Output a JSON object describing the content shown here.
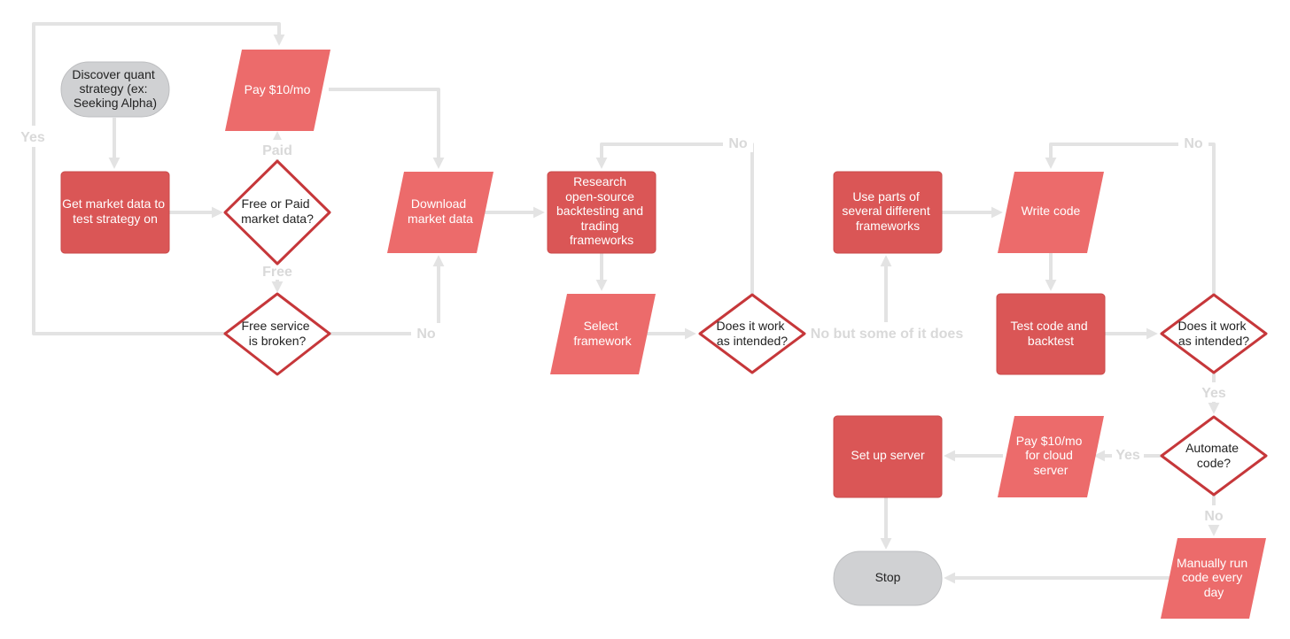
{
  "colors": {
    "process": "#da5656",
    "io": "#ec6b6b",
    "terminal": "#d0d1d3",
    "decision_border": "#c6373a",
    "decision_fill": "#ffffff",
    "edge": "#e3e3e3",
    "edge_label": "#d9d9d9",
    "text_light": "#ffffff",
    "text_dark": "#222222"
  },
  "nodes": {
    "discover": {
      "lines": [
        "Discover quant",
        "strategy (ex:",
        "Seeking Alpha)"
      ]
    },
    "get_market_data": {
      "lines": [
        "Get market data to",
        "test strategy on"
      ]
    },
    "pay_10": {
      "lines": [
        "Pay $10/mo"
      ]
    },
    "free_or_paid": {
      "lines": [
        "Free or Paid",
        "market data?"
      ]
    },
    "free_broken": {
      "lines": [
        "Free service",
        "is broken?"
      ]
    },
    "download": {
      "lines": [
        "Download",
        "market data"
      ]
    },
    "research": {
      "lines": [
        "Research",
        "open-source",
        "backtesting and",
        "trading",
        "frameworks"
      ]
    },
    "select_framework": {
      "lines": [
        "Select",
        "framework"
      ]
    },
    "does_work_1": {
      "lines": [
        "Does it work",
        "as intended?"
      ]
    },
    "use_parts": {
      "lines": [
        "Use parts of",
        "several different",
        "frameworks"
      ]
    },
    "write_code": {
      "lines": [
        "Write code"
      ]
    },
    "test_code": {
      "lines": [
        "Test code and",
        "backtest"
      ]
    },
    "does_work_2": {
      "lines": [
        "Does it work",
        "as intended?"
      ]
    },
    "automate": {
      "lines": [
        "Automate",
        "code?"
      ]
    },
    "pay_cloud": {
      "lines": [
        "Pay $10/mo",
        "for cloud",
        "server"
      ]
    },
    "setup_server": {
      "lines": [
        "Set up server"
      ]
    },
    "stop": {
      "lines": [
        "Stop"
      ]
    },
    "manual_run": {
      "lines": [
        "Manually run",
        "code every",
        "day"
      ]
    }
  },
  "edge_labels": {
    "yes_loop": "Yes",
    "paid": "Paid",
    "free": "Free",
    "no_download": "No",
    "no_research": "No",
    "partial": "No but some of it does",
    "no_write": "No",
    "yes_automate": "Yes",
    "yes_cloud": "Yes",
    "no_manual": "No"
  }
}
